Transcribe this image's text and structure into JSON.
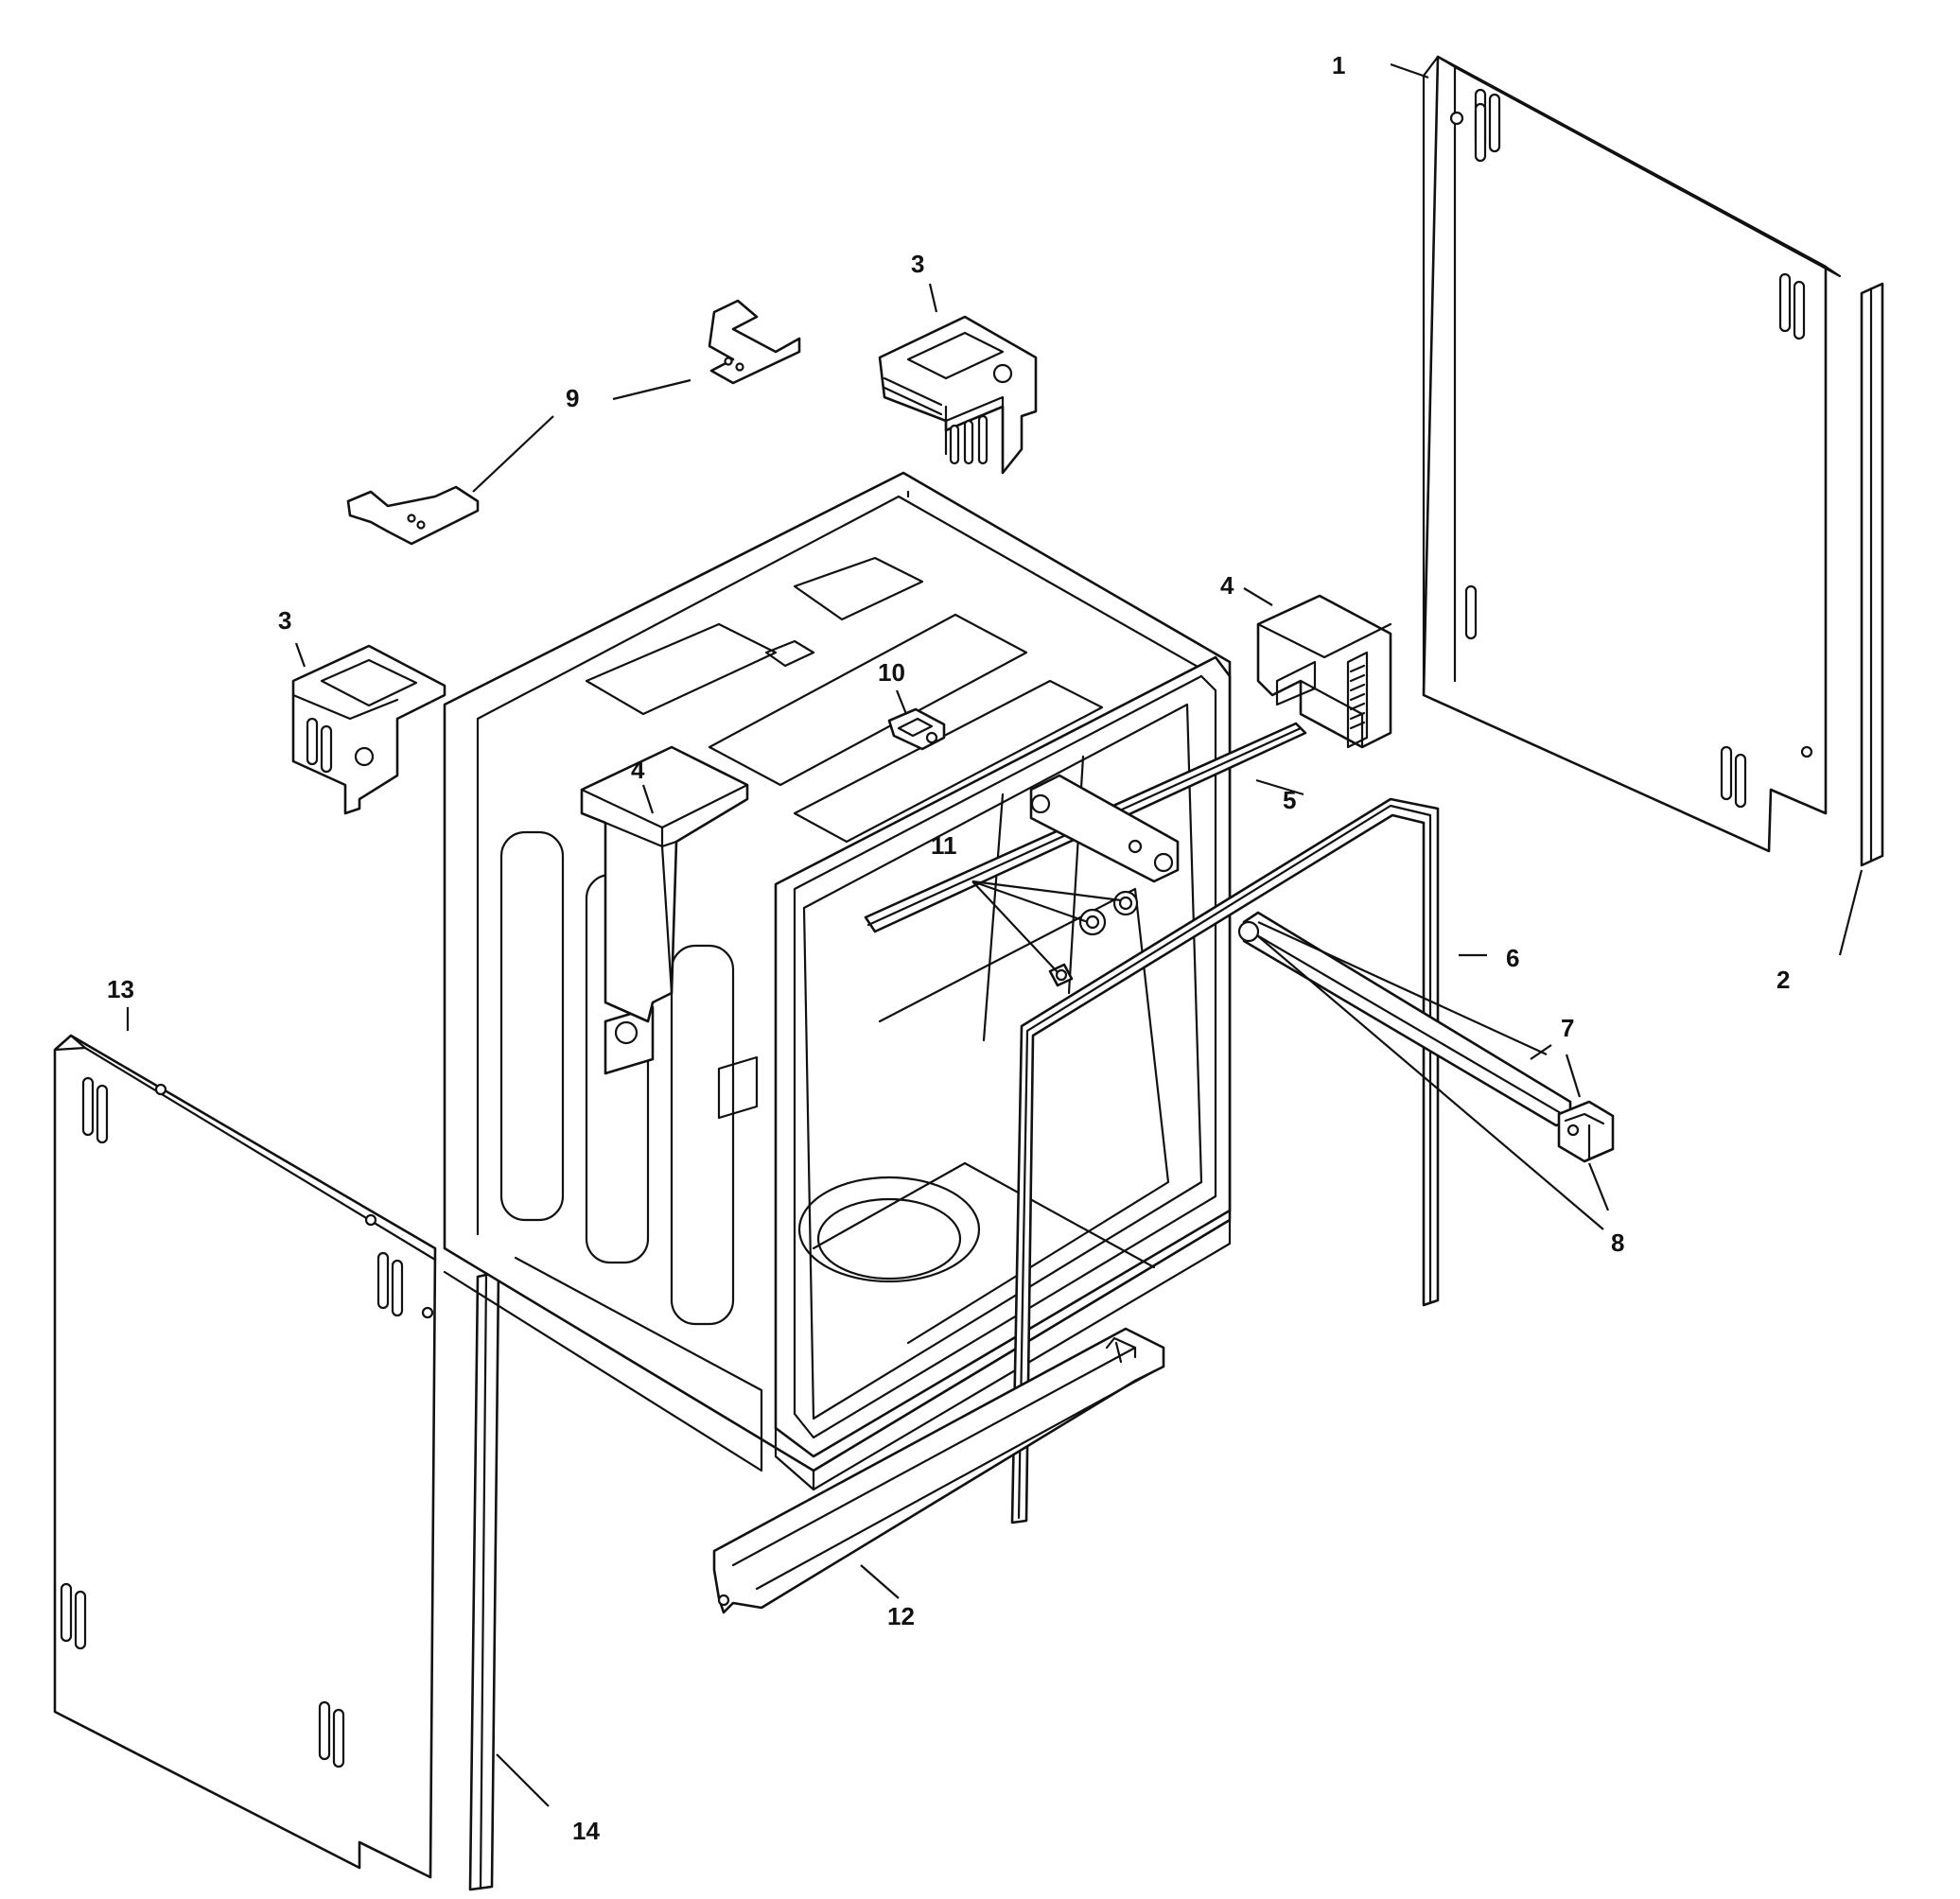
{
  "callouts": [
    "1",
    "2",
    "3",
    "3",
    "4",
    "4",
    "5",
    "6",
    "7",
    "8",
    "9",
    "10",
    "11",
    "12",
    "13",
    "14"
  ]
}
